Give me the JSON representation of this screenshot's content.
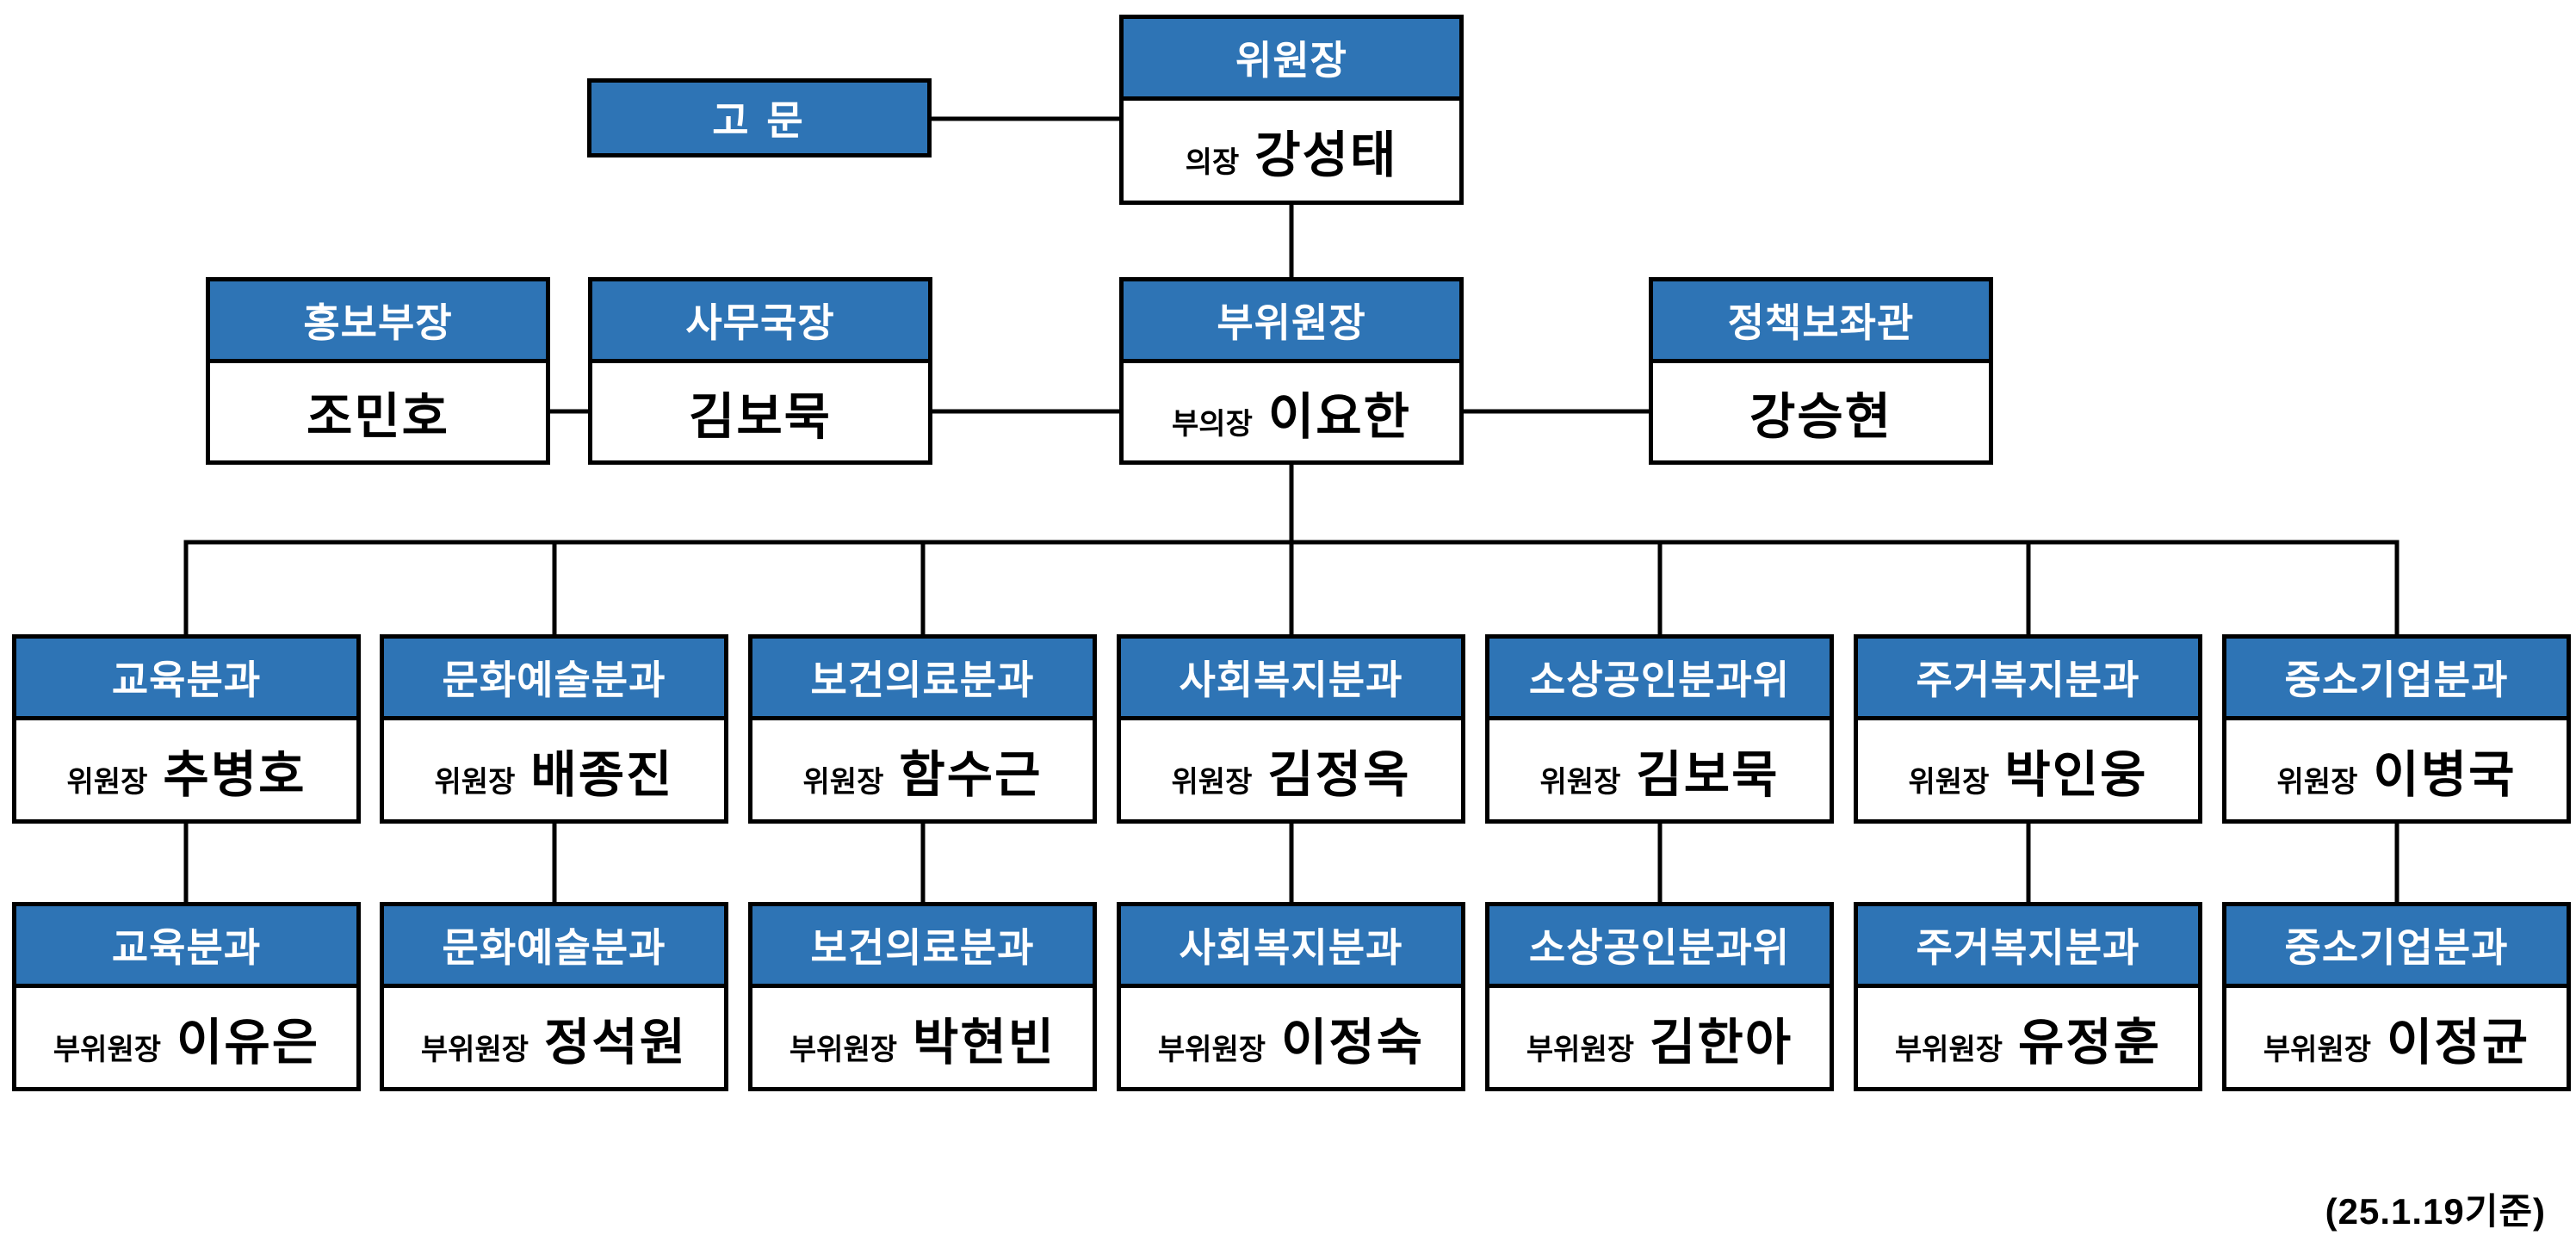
{
  "theme": {
    "accent_color": "#2e74b5",
    "line_color": "#000000",
    "page_bg": "#ffffff"
  },
  "footer": {
    "note": "(25.1.19기준)"
  },
  "top": {
    "advisor": {
      "title": "고 문"
    },
    "chairman": {
      "title": "위원장",
      "role": "의장",
      "name": "강성태"
    }
  },
  "staff": [
    {
      "title": "홍보부장",
      "name": "조민호"
    },
    {
      "title": "사무국장",
      "name": "김보묵"
    },
    {
      "title": "부위원장",
      "role": "부의장",
      "name": "이요한"
    },
    {
      "title": "정책보좌관",
      "name": "강승현"
    }
  ],
  "committees": {
    "chairs": [
      {
        "title": "교육분과",
        "role": "위원장",
        "name": "추병호"
      },
      {
        "title": "문화예술분과",
        "role": "위원장",
        "name": "배종진"
      },
      {
        "title": "보건의료분과",
        "role": "위원장",
        "name": "함수근"
      },
      {
        "title": "사회복지분과",
        "role": "위원장",
        "name": "김정옥"
      },
      {
        "title": "소상공인분과위",
        "role": "위원장",
        "name": "김보묵"
      },
      {
        "title": "주거복지분과",
        "role": "위원장",
        "name": "박인웅"
      },
      {
        "title": "중소기업분과",
        "role": "위원장",
        "name": "이병국"
      }
    ],
    "vice_chairs": [
      {
        "title": "교육분과",
        "role": "부위원장",
        "name": "이유은"
      },
      {
        "title": "문화예술분과",
        "role": "부위원장",
        "name": "정석원"
      },
      {
        "title": "보건의료분과",
        "role": "부위원장",
        "name": "박현빈"
      },
      {
        "title": "사회복지분과",
        "role": "부위원장",
        "name": "이정숙"
      },
      {
        "title": "소상공인분과위",
        "role": "부위원장",
        "name": "김한아"
      },
      {
        "title": "주거복지분과",
        "role": "부위원장",
        "name": "유정훈"
      },
      {
        "title": "중소기업분과",
        "role": "부위원장",
        "name": "이정균"
      }
    ]
  }
}
